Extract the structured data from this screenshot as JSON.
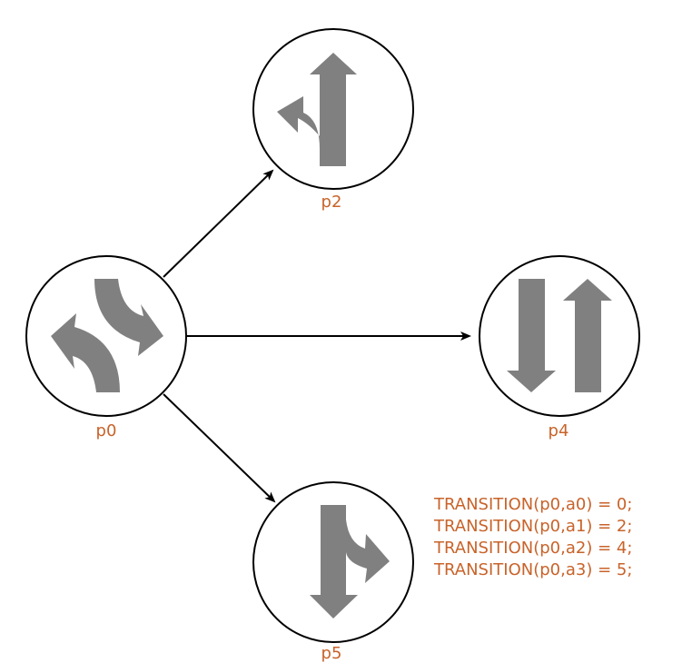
{
  "nodes": {
    "p0": {
      "label": "p0",
      "icon": "left-right-curve-icon"
    },
    "p2": {
      "label": "p2",
      "icon": "straight-left-merge-icon"
    },
    "p4": {
      "label": "p4",
      "icon": "two-way-traffic-icon"
    },
    "p5": {
      "label": "p5",
      "icon": "down-right-fork-icon"
    }
  },
  "edges": [
    {
      "from": "p0",
      "to": "p2"
    },
    {
      "from": "p0",
      "to": "p4"
    },
    {
      "from": "p0",
      "to": "p5"
    }
  ],
  "transitions": [
    "TRANSITION(p0,a0) = 0;",
    "TRANSITION(p0,a1) = 2;",
    "TRANSITION(p0,a2) = 4;",
    "TRANSITION(p0,a3) = 5;"
  ],
  "colors": {
    "label": "#c8632a",
    "glyph": "#808080",
    "stroke": "#000000"
  }
}
